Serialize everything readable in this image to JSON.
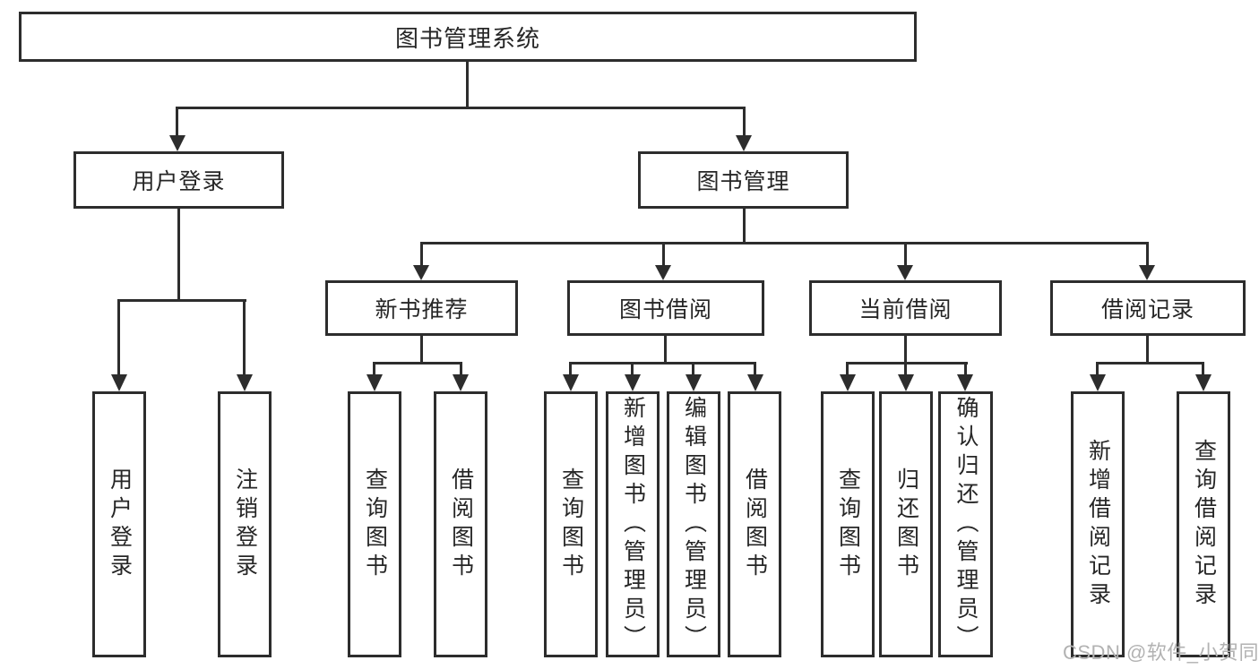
{
  "diagram": {
    "watermark": "CSDN @软件_小贺同学",
    "colors": {
      "line": "#2d2d2d",
      "text": "#262626",
      "box_background": "#ffffff",
      "page_background": "#ffffff",
      "watermark": "#b2b2b2"
    },
    "nodes": {
      "root": {
        "label": "图书管理系统"
      },
      "user_login": {
        "label": "用户登录"
      },
      "book_management": {
        "label": "图书管理"
      },
      "new_book_recommend": {
        "label": "新书推荐"
      },
      "book_borrowing": {
        "label": "图书借阅"
      },
      "current_borrowing": {
        "label": "当前借阅"
      },
      "borrowing_records": {
        "label": "借阅记录"
      },
      "login": {
        "label": "用户登录"
      },
      "logout": {
        "label": "注销登录"
      },
      "nb_query_books": {
        "label": "查询图书"
      },
      "nb_borrow_books": {
        "label": "借阅图书"
      },
      "bb_query_books": {
        "label": "查询图书"
      },
      "bb_add_books_admin": {
        "label": "新增图书（管理员）"
      },
      "bb_edit_books_admin": {
        "label": "编辑图书（管理员）"
      },
      "bb_borrow_books": {
        "label": "借阅图书"
      },
      "cb_query_books": {
        "label": "查询图书"
      },
      "cb_return_books": {
        "label": "归还图书"
      },
      "cb_confirm_return_admin": {
        "label": "确认归还（管理员）"
      },
      "br_add_record": {
        "label": "新增借阅记录"
      },
      "br_query_record": {
        "label": "查询借阅记录"
      }
    },
    "hierarchy": {
      "root": [
        "user_login",
        "book_management"
      ],
      "user_login": [
        "login",
        "logout"
      ],
      "book_management": [
        "new_book_recommend",
        "book_borrowing",
        "current_borrowing",
        "borrowing_records"
      ],
      "new_book_recommend": [
        "nb_query_books",
        "nb_borrow_books"
      ],
      "book_borrowing": [
        "bb_query_books",
        "bb_add_books_admin",
        "bb_edit_books_admin",
        "bb_borrow_books"
      ],
      "current_borrowing": [
        "cb_query_books",
        "cb_return_books",
        "cb_confirm_return_admin"
      ],
      "borrowing_records": [
        "br_add_record",
        "br_query_record"
      ]
    }
  }
}
